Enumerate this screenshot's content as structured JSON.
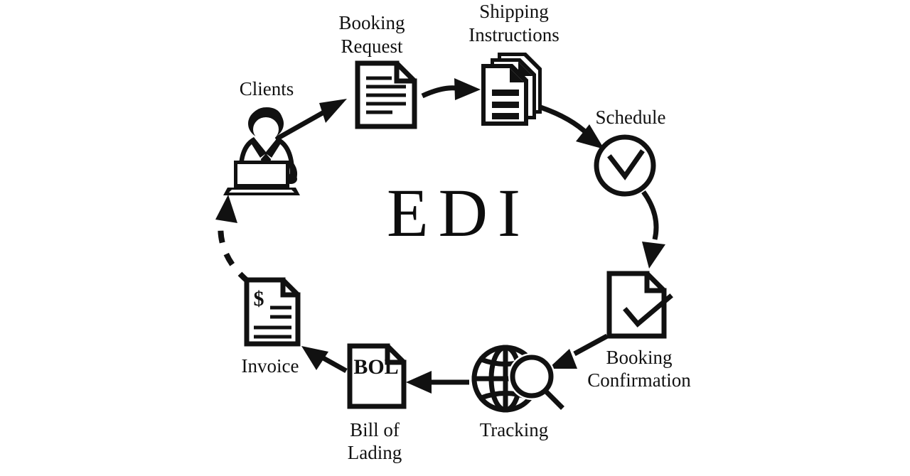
{
  "diagram": {
    "title": "EDI",
    "type": "cycle-flow",
    "background_color": "#ffffff",
    "stroke_color": "#111111",
    "nodes": [
      {
        "id": "clients",
        "label": "Clients",
        "icon": "person-at-laptop-icon",
        "label_position": "above"
      },
      {
        "id": "booking-request",
        "label": "Booking Request",
        "label_line1": "Booking",
        "label_line2": "Request",
        "icon": "document-lines-icon",
        "label_position": "above"
      },
      {
        "id": "shipping-instructions",
        "label": "Shipping Instructions",
        "label_line1": "Shipping",
        "label_line2": "Instructions",
        "icon": "document-stack-icon",
        "label_position": "above"
      },
      {
        "id": "schedule",
        "label": "Schedule",
        "icon": "clock-icon",
        "label_position": "above"
      },
      {
        "id": "booking-confirmation",
        "label": "Booking Confirmation",
        "label_line1": "Booking",
        "label_line2": "Confirmation",
        "icon": "document-check-icon",
        "label_position": "below"
      },
      {
        "id": "tracking",
        "label": "Tracking",
        "icon": "globe-magnifier-icon",
        "label_position": "below"
      },
      {
        "id": "bill-of-lading",
        "label": "Bill of Lading",
        "label_line1": "Bill of",
        "label_line2": "Lading",
        "icon": "document-bol-icon",
        "icon_text": "BOL",
        "label_position": "below"
      },
      {
        "id": "invoice",
        "label": "Invoice",
        "icon": "document-dollar-icon",
        "icon_text": "$",
        "label_position": "below"
      }
    ],
    "edges": [
      {
        "id": "clients-to-booking-request",
        "from": "clients",
        "to": "booking-request",
        "style": "solid",
        "shape": "straight"
      },
      {
        "id": "booking-request-to-shipping-instructions",
        "from": "booking-request",
        "to": "shipping-instructions",
        "style": "solid",
        "shape": "straight"
      },
      {
        "id": "shipping-instructions-to-schedule",
        "from": "shipping-instructions",
        "to": "schedule",
        "style": "solid",
        "shape": "curved"
      },
      {
        "id": "schedule-to-booking-confirmation",
        "from": "schedule",
        "to": "booking-confirmation",
        "style": "solid",
        "shape": "curved"
      },
      {
        "id": "booking-confirmation-to-tracking",
        "from": "booking-confirmation",
        "to": "tracking",
        "style": "solid",
        "shape": "straight"
      },
      {
        "id": "tracking-to-bill-of-lading",
        "from": "tracking",
        "to": "bill-of-lading",
        "style": "solid",
        "shape": "straight"
      },
      {
        "id": "bill-of-lading-to-invoice",
        "from": "bill-of-lading",
        "to": "invoice",
        "style": "solid",
        "shape": "straight"
      },
      {
        "id": "invoice-to-clients",
        "from": "invoice",
        "to": "clients",
        "style": "dashed",
        "shape": "curved"
      }
    ]
  }
}
